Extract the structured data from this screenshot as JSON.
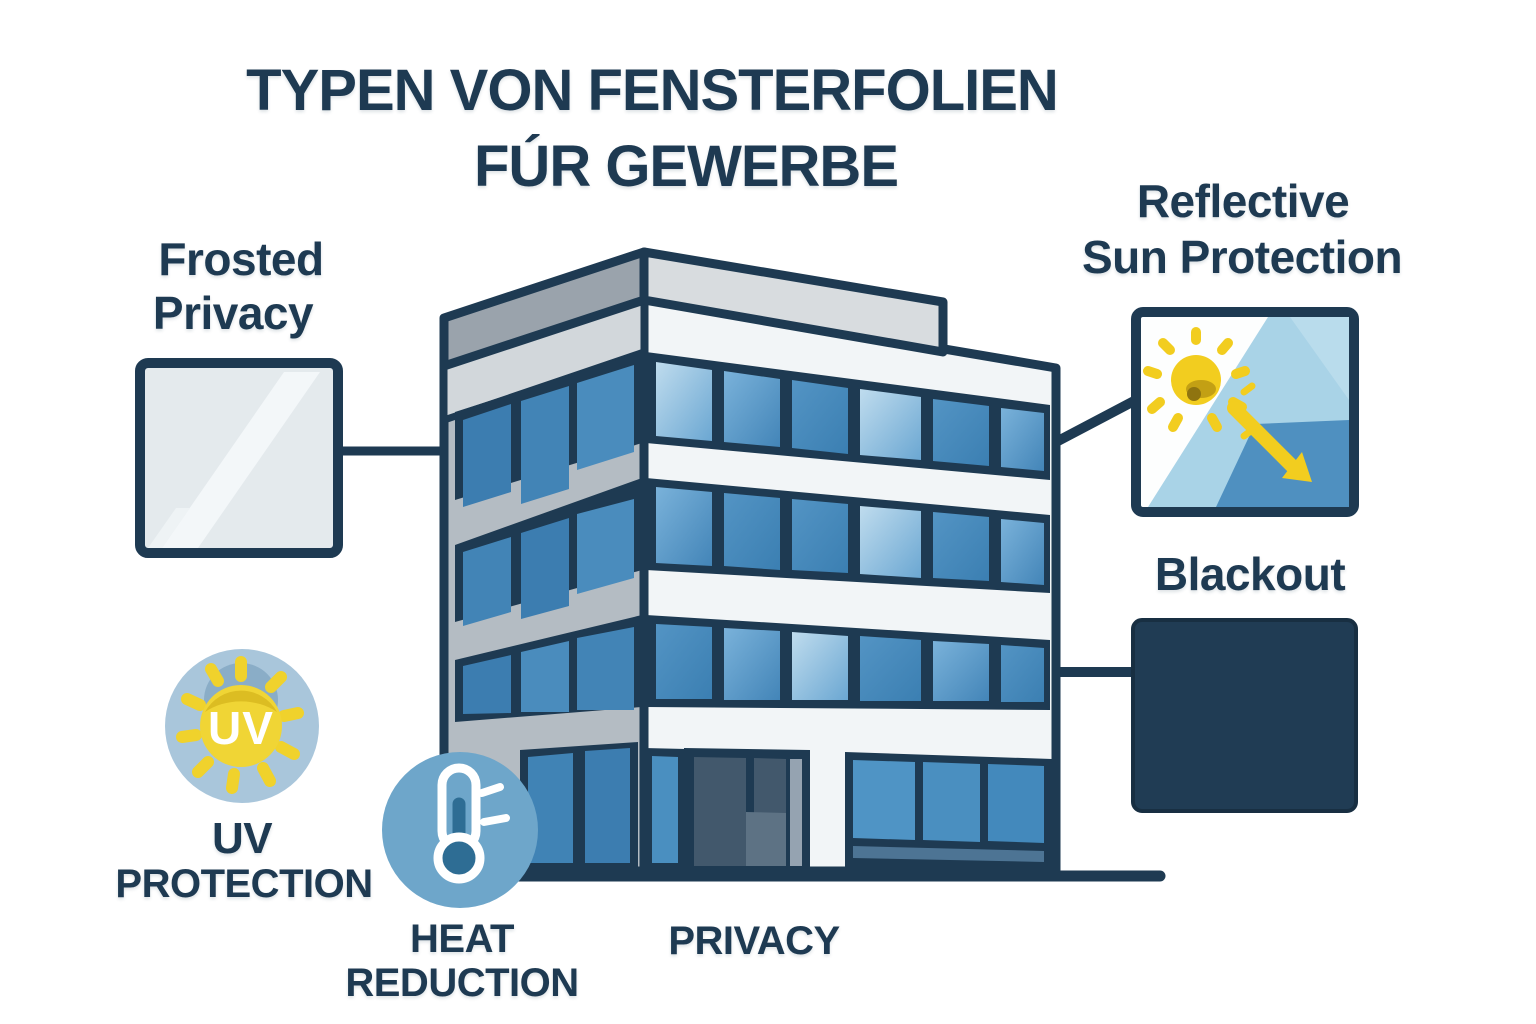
{
  "title": {
    "line1": "TYPEN VON FENSTERFOLIEN",
    "line2": "FÚR GEWERBE"
  },
  "callouts": {
    "frosted": {
      "line1": "Frosted",
      "line2": "Privacy"
    },
    "reflective": {
      "line1": "Reflective",
      "line2": "Sun Protection"
    },
    "blackout": {
      "label": "Blackout"
    },
    "uv": {
      "line1": "UV",
      "line2": "PROTECTION",
      "badge": "UV"
    },
    "heat": {
      "line1": "HEAT",
      "line2": "REDUCTION"
    },
    "privacy": {
      "label": "PRIVACY"
    }
  },
  "icons": {
    "frosted_swatch": "frosted-glass-swatch",
    "reflective_swatch": "reflective-glass-swatch",
    "blackout_swatch": "blackout-film-swatch",
    "uv_icon": "uv-sun-icon",
    "heat_icon": "thermometer-icon",
    "building": "office-building"
  },
  "colors": {
    "text_navy": "#1e3a52",
    "outline_navy": "#1e3a52",
    "blackout_fill": "#203c54",
    "window_blue": "#4a8fc0",
    "window_blue_light": "#a9d0e8",
    "sun_yellow": "#f2cd2a",
    "uv_circle_blue": "#a9c6db",
    "heat_circle_blue": "#6ea6ca",
    "thermometer_bulb": "#2e6d94",
    "frosted_gray": "#e4eaed",
    "wall_gray": "#b4bcc3",
    "front_white": "#f2f5f7"
  }
}
